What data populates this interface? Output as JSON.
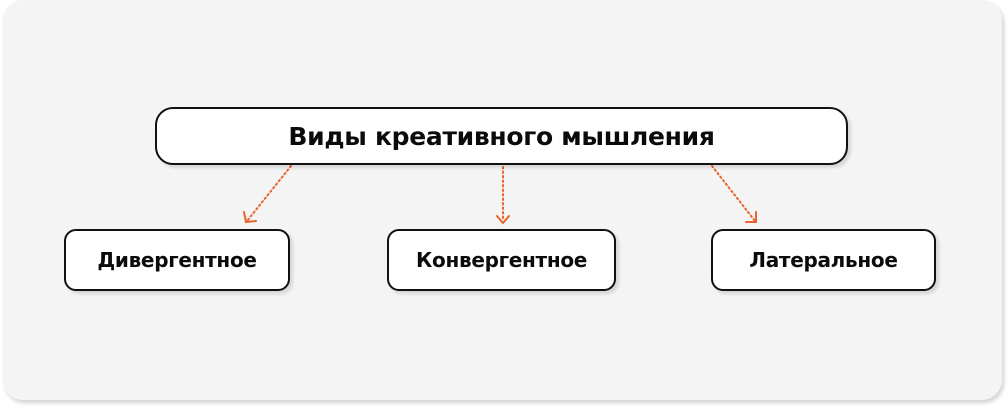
{
  "diagram": {
    "root": {
      "label": "Виды креативного мышления"
    },
    "children": [
      {
        "label": "Дивергентное"
      },
      {
        "label": "Конвергентное"
      },
      {
        "label": "Латеральное"
      }
    ],
    "connectors": {
      "style": "dotted-arrow",
      "color": "#e8642c"
    },
    "colors": {
      "card_background": "#f4f4f4",
      "node_background": "#ffffff",
      "node_border": "#111111",
      "text": "#0b0b0b"
    }
  }
}
